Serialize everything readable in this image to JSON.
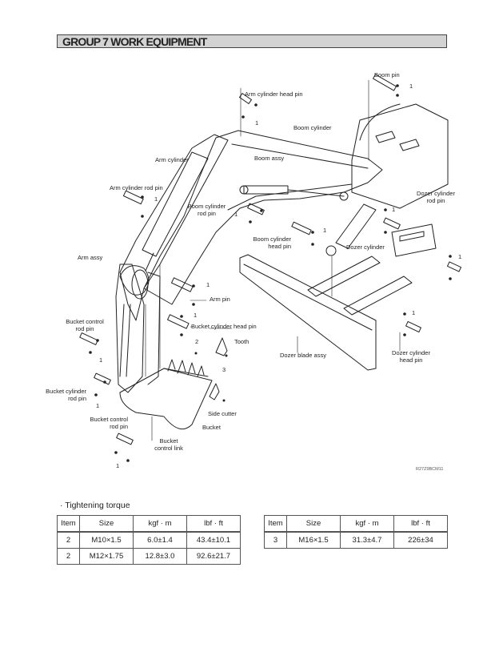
{
  "header": {
    "title": "GROUP  7  WORK EQUIPMENT"
  },
  "diagram": {
    "labels": {
      "boom_pin": "Boom pin",
      "arm_cylinder_head_pin": "Arm cylinder head pin",
      "boom_cylinder": "Boom cylinder",
      "boom_assy": "Boom assy",
      "arm_cylinder": "Arm cylinder",
      "arm_cylinder_rod_pin": "Arm cylinder rod pin",
      "boom_cylinder_rod_pin_1": "Boom cylinder",
      "boom_cylinder_rod_pin_2": "rod pin",
      "dozer_cylinder_rod_pin_1": "Dozer cylinder",
      "dozer_cylinder_rod_pin_2": "rod pin",
      "boom_cylinder_head_pin_1": "Boom cylinder",
      "boom_cylinder_head_pin_2": "head pin",
      "dozer_cylinder": "Dozer cylinder",
      "arm_assy": "Arm assy",
      "arm_pin": "Arm pin",
      "bucket_control_rod_pin_top_1": "Bucket control",
      "bucket_control_rod_pin_top_2": "rod pin",
      "bucket_cylinder_head_pin": "Bucket cylinder head pin",
      "tooth": "Tooth",
      "dozer_blade_assy": "Dozer blade assy",
      "dozer_cylinder_head_pin_1": "Dozer cylinder",
      "dozer_cylinder_head_pin_2": "head pin",
      "bucket_cylinder_rod_pin_1": "Bucket cylinder",
      "bucket_cylinder_rod_pin_2": "rod pin",
      "side_cutter": "Side cutter",
      "bucket": "Bucket",
      "bucket_control_rod_pin_bottom_1": "Bucket control",
      "bucket_control_rod_pin_bottom_2": "rod pin",
      "bucket_control_link_1": "Bucket",
      "bucket_control_link_2": "control link"
    },
    "item_numbers": {
      "one": "1",
      "two": "2",
      "three": "3"
    },
    "drawing_code": "R27Z9BCM11"
  },
  "torque": {
    "title": "· Tightening torque",
    "headers": [
      "Item",
      "Size",
      "kgf · m",
      "lbf · ft"
    ],
    "table1": [
      [
        "2",
        "M10×1.5",
        "6.0±1.4",
        "43.4±10.1"
      ],
      [
        "2",
        "M12×1.75",
        "12.8±3.0",
        "92.6±21.7"
      ]
    ],
    "table2": [
      [
        "3",
        "M16×1.5",
        "31.3±4.7",
        "226±34"
      ]
    ]
  }
}
